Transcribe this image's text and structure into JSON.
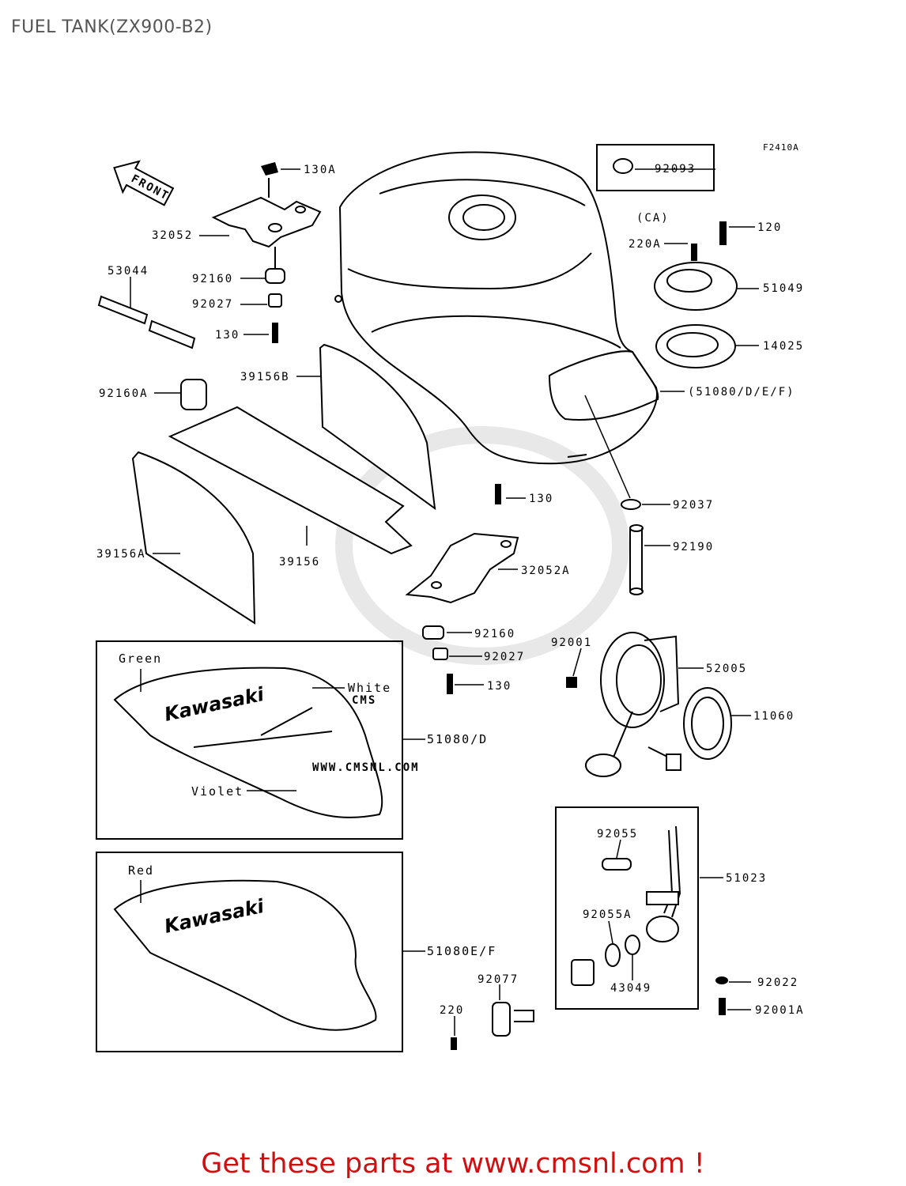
{
  "title": "FUEL TANK(ZX900-B2)",
  "ref_code": "F2410A",
  "front_label": "FRONT",
  "callout": "Get these parts at www.cmsnl.com !",
  "watermark": {
    "brand": "CMS",
    "url": "WWW.CMSNL.COM"
  },
  "inset_top": {
    "code": "51080/D",
    "colors": [
      "Green",
      "White",
      "Violet"
    ],
    "logo": "Kawasaki"
  },
  "inset_bottom": {
    "code": "51080E/F",
    "colors": [
      "Red"
    ],
    "logo": "Kawasaki"
  },
  "box_ca": {
    "code": "92093",
    "label": "(CA)"
  },
  "box_valve": {
    "code": "51023"
  },
  "parts": {
    "p130a": "130A",
    "p32052": "32052",
    "p53044": "53044",
    "p92160_top": "92160",
    "p92027_top": "92027",
    "p130_top": "130",
    "p39156b": "39156B",
    "p92160a": "92160A",
    "p39156a": "39156A",
    "p39156": "39156",
    "p130_mid": "130",
    "p32052a": "32052A",
    "p92160_mid": "92160",
    "p92027_mid": "92027",
    "p130_low": "130",
    "p220a": "220A",
    "p120": "120",
    "p51049": "51049",
    "p14025": "14025",
    "p51080def": "(51080/D/E/F)",
    "p92037": "92037",
    "p92190": "92190",
    "p92001": "92001",
    "p52005": "52005",
    "p11060": "11060",
    "p92055": "92055",
    "p92055a": "92055A",
    "p43049": "43049",
    "p92022": "92022",
    "p92001a": "92001A",
    "p92077": "92077",
    "p220": "220"
  }
}
